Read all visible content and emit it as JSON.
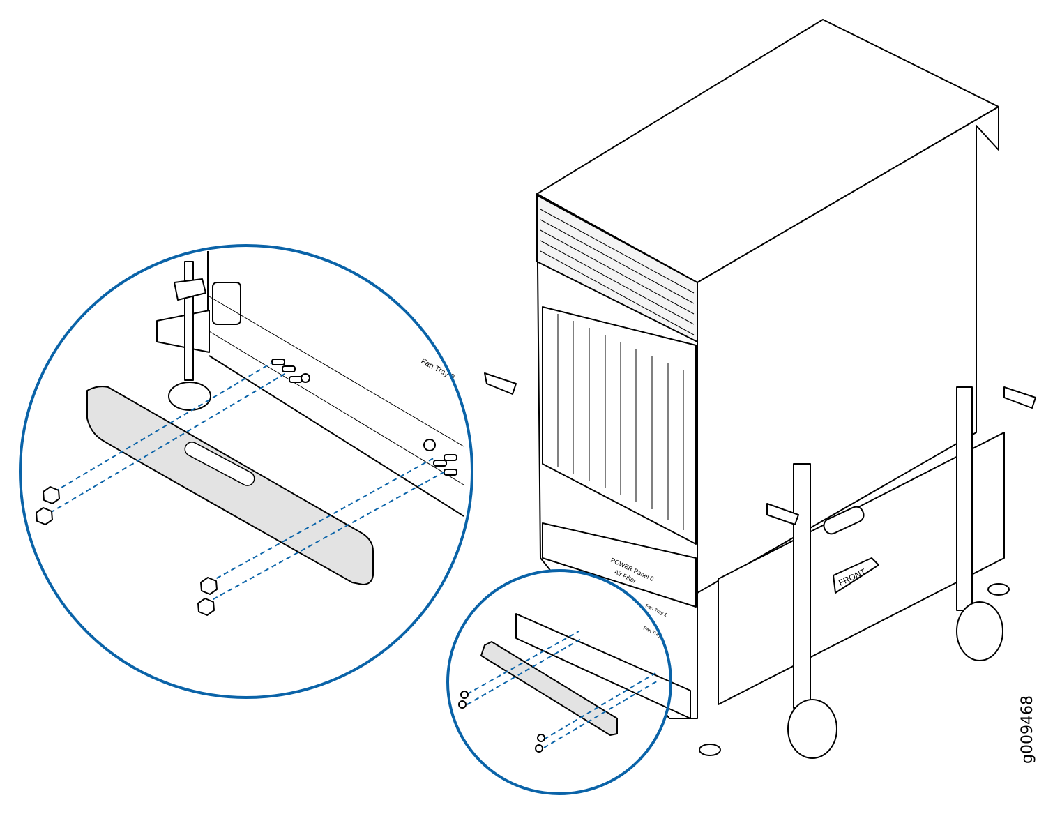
{
  "figure_id": "g009468",
  "labels": {
    "front": "FRONT",
    "fan_tray_0": "Fan Tray 0",
    "fan_tray_1": "Fan Tray 1",
    "fan_tray": "Fan Tray",
    "power_panel": "POWER Panel 0",
    "air_filter": "Air Filter"
  },
  "colors": {
    "callout": "#0a63a8",
    "part_fill": "#e3e3e3"
  }
}
